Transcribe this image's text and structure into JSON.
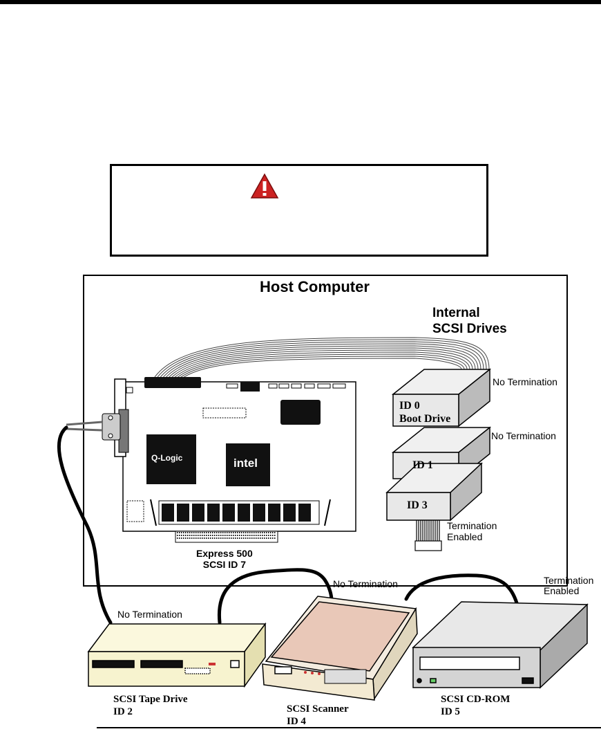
{
  "host": {
    "title": "Host Computer",
    "internal_title_line1": "Internal",
    "internal_title_line2": "SCSI Drives"
  },
  "adapter": {
    "chip1": "Q-Logic",
    "chip2": "intel",
    "name": "Express 500",
    "scsi_id": "SCSI ID 7"
  },
  "internal_drives": [
    {
      "line1": "ID 0",
      "line2": "Boot Drive",
      "termination": "No Termination"
    },
    {
      "line1": "ID 1",
      "line2": "",
      "termination": "No Termination"
    },
    {
      "line1": "ID 3",
      "line2": "",
      "termination_line1": "Termination",
      "termination_line2": "Enabled"
    }
  ],
  "external_devices": [
    {
      "name": "SCSI Tape Drive",
      "id": "ID 2",
      "termination": "No Termination"
    },
    {
      "name": "SCSI Scanner",
      "id": "ID 4",
      "termination": "No Termination"
    },
    {
      "name": "SCSI CD-ROM",
      "id": "ID 5",
      "termination_line1": "Termination",
      "termination_line2": "Enabled"
    }
  ],
  "colors": {
    "warning_red": "#cc2222",
    "drive_fill": "#e8e8e8",
    "tape_fill": "#f7f3cf",
    "scanner_fill": "#f3ead2",
    "cdrom_fill": "#d4d4d4"
  }
}
